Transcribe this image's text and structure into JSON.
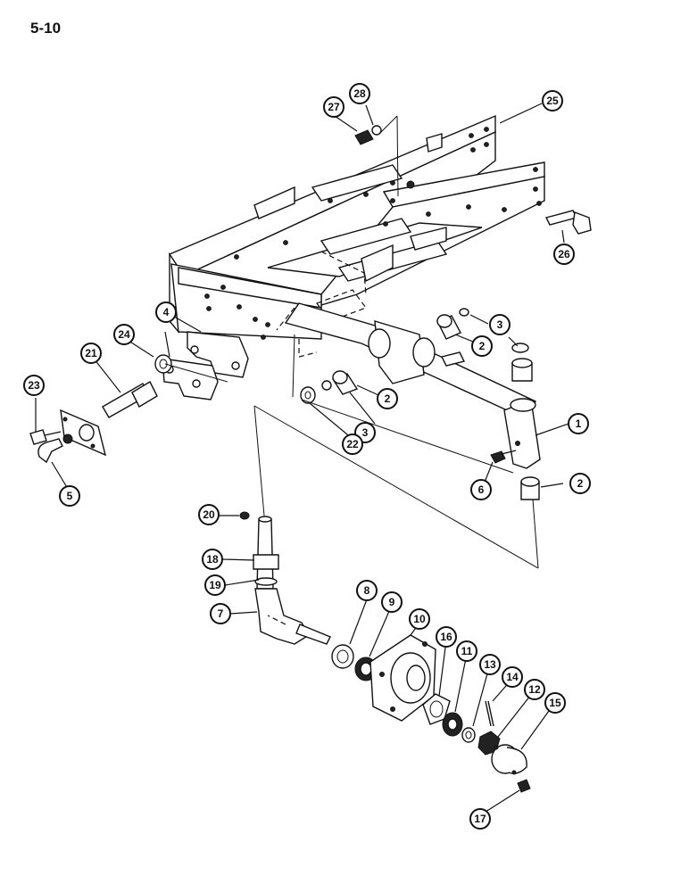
{
  "page_number": "5-10",
  "callouts": [
    {
      "id": "c1",
      "label": "1"
    },
    {
      "id": "c2a",
      "label": "2"
    },
    {
      "id": "c2b",
      "label": "2"
    },
    {
      "id": "c2c",
      "label": "2"
    },
    {
      "id": "c3a",
      "label": "3"
    },
    {
      "id": "c3b",
      "label": "3"
    },
    {
      "id": "c4",
      "label": "4"
    },
    {
      "id": "c5",
      "label": "5"
    },
    {
      "id": "c6",
      "label": "6"
    },
    {
      "id": "c7",
      "label": "7"
    },
    {
      "id": "c8",
      "label": "8"
    },
    {
      "id": "c9",
      "label": "9"
    },
    {
      "id": "c10",
      "label": "10"
    },
    {
      "id": "c11",
      "label": "11"
    },
    {
      "id": "c12",
      "label": "12"
    },
    {
      "id": "c13",
      "label": "13"
    },
    {
      "id": "c14",
      "label": "14"
    },
    {
      "id": "c15",
      "label": "15"
    },
    {
      "id": "c16",
      "label": "16"
    },
    {
      "id": "c17",
      "label": "17"
    },
    {
      "id": "c18",
      "label": "18"
    },
    {
      "id": "c19",
      "label": "19"
    },
    {
      "id": "c20",
      "label": "20"
    },
    {
      "id": "c21",
      "label": "21"
    },
    {
      "id": "c22",
      "label": "22"
    },
    {
      "id": "c23",
      "label": "23"
    },
    {
      "id": "c24",
      "label": "24"
    },
    {
      "id": "c25",
      "label": "25"
    },
    {
      "id": "c26",
      "label": "26"
    },
    {
      "id": "c27",
      "label": "27"
    },
    {
      "id": "c28",
      "label": "28"
    }
  ]
}
